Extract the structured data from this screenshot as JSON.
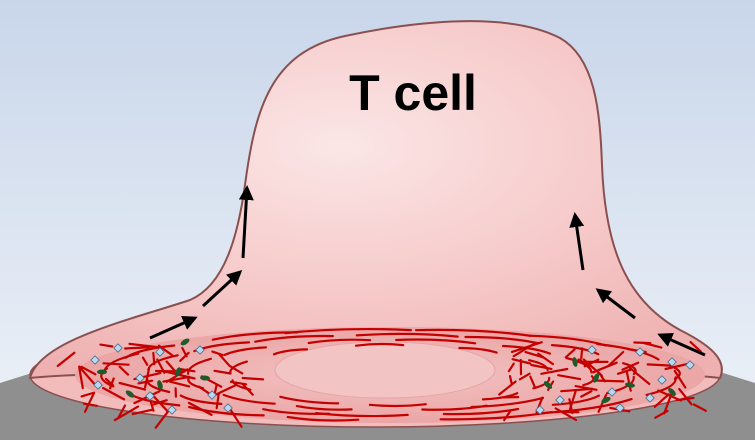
{
  "diagram": {
    "title": "T cell",
    "colors": {
      "background_top": "#c9d6ea",
      "background_bottom": "#eef2f8",
      "substrate": "#8f8f8f",
      "cell_body": "#f6c9c9",
      "cell_outline": "#8a5050",
      "lamella": "#eaa2a2",
      "lamella_center": "#f3c4c4",
      "actin_filament": "#c40000",
      "adhesion_dot": "#b8d8f0",
      "myosin_blob": "#1e5a2a",
      "arrow": "#000000"
    },
    "icons": [
      "up-arrow-icon",
      "actin-filament",
      "adhesion-complex",
      "myosin-motor"
    ]
  }
}
